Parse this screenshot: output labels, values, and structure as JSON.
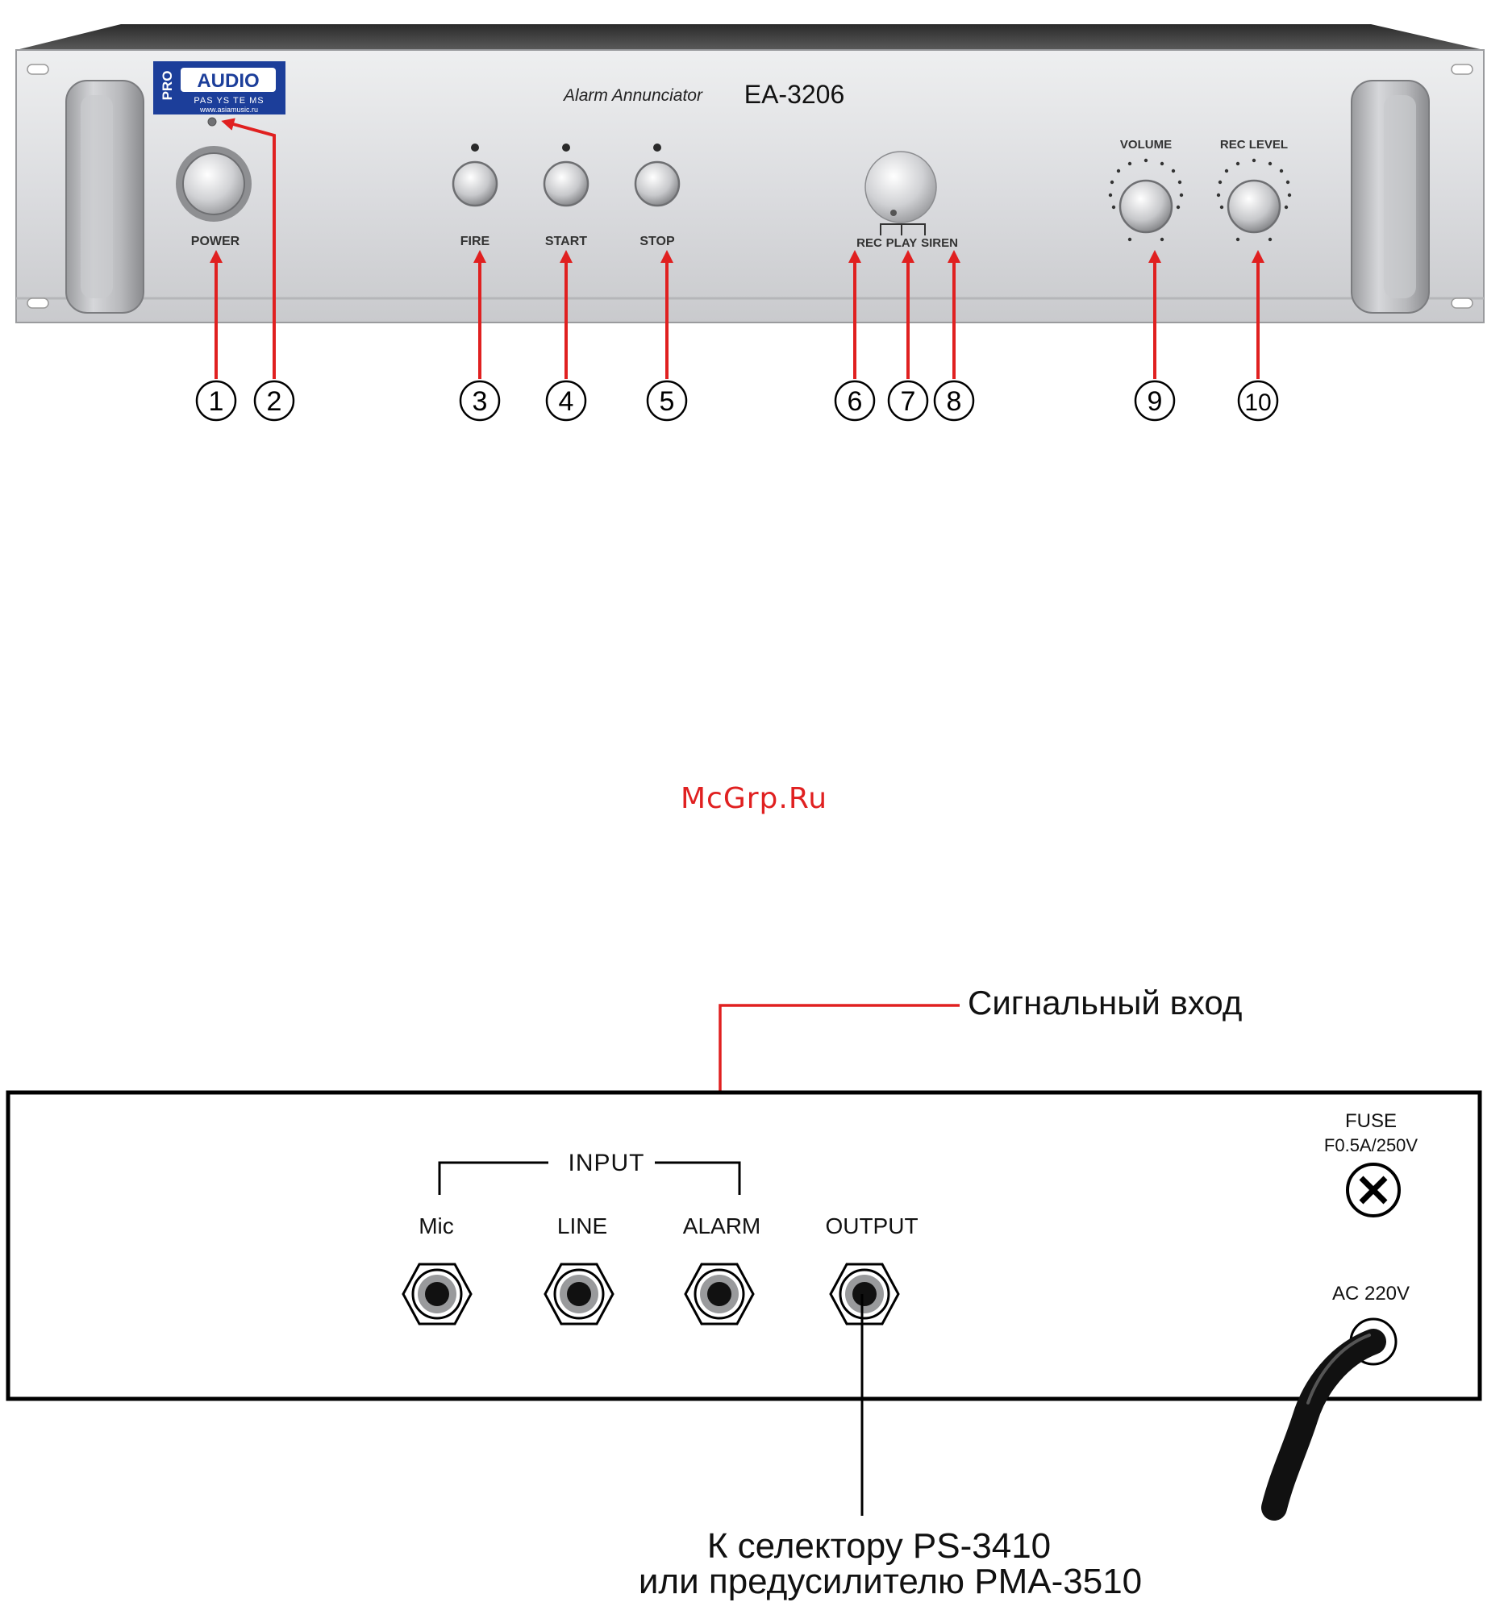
{
  "front_panel": {
    "brand": {
      "pro": "PRO",
      "audio": "AUDIO",
      "systems": "PAS YS TE MS",
      "website": "www.asiamusic.ru"
    },
    "model_caption": "Alarm Annunciator",
    "model_number": "EA-3206",
    "controls": {
      "power": "POWER",
      "fire": "FIRE",
      "start": "START",
      "stop": "STOP",
      "rec": "REC",
      "play": "PLAY",
      "siren": "SIREN",
      "volume": "VOLUME",
      "rec_level": "REC LEVEL"
    },
    "callouts": [
      "1",
      "2",
      "3",
      "4",
      "5",
      "6",
      "7",
      "8",
      "9",
      "10"
    ]
  },
  "watermark": "McGrp.Ru",
  "rear_panel": {
    "signal_input_label": "Сигнальный вход",
    "input_group": "INPUT",
    "jacks": {
      "mic": "Mic",
      "line": "LINE",
      "alarm": "ALARM",
      "output": "OUTPUT"
    },
    "fuse_title": "FUSE",
    "fuse_rating": "F0.5A/250V",
    "ac_label": "AC 220V",
    "output_destination_line1": "К селектору PS-3410",
    "output_destination_line2": "или предусилителю PMA-3510"
  },
  "colors": {
    "callout_arrow": "#e02020",
    "panel_silver": "#d9dadc",
    "brand_blue": "#1c3e9a"
  }
}
